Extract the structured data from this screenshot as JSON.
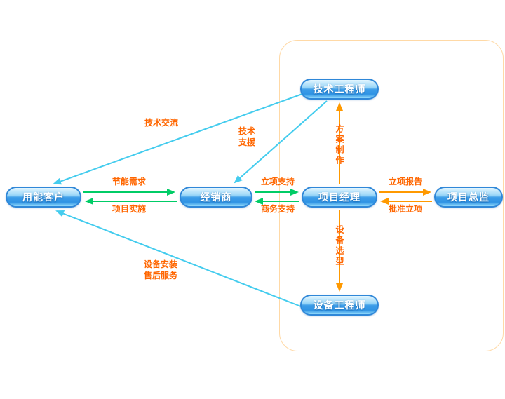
{
  "diagram": {
    "nodes": {
      "customer": "用能客户",
      "dealer": "经销商",
      "tech_engineer": "技术工程师",
      "project_manager": "项目经理",
      "project_director": "项目总监",
      "equipment_engineer": "设备工程师"
    },
    "edges": {
      "tech_exchange": "技术交流",
      "tech_support": "技术\n支援",
      "plan_making": "方案制作",
      "energy_demand": "节能需求",
      "project_implement": "项目实施",
      "approval_support": "立项支持",
      "business_support": "商务支持",
      "approval_report": "立项报告",
      "approve_project": "批准立项",
      "equipment_selection": "设备选型",
      "install_service": "设备安装\n售后服务"
    },
    "colors": {
      "node_border": "#2F87D8",
      "label_text": "#FF6600",
      "arrow_cyan": "#44CCEE",
      "arrow_green": "#00CC66",
      "arrow_orange": "#FF9900",
      "frame_border": "#FFD9A6"
    }
  }
}
